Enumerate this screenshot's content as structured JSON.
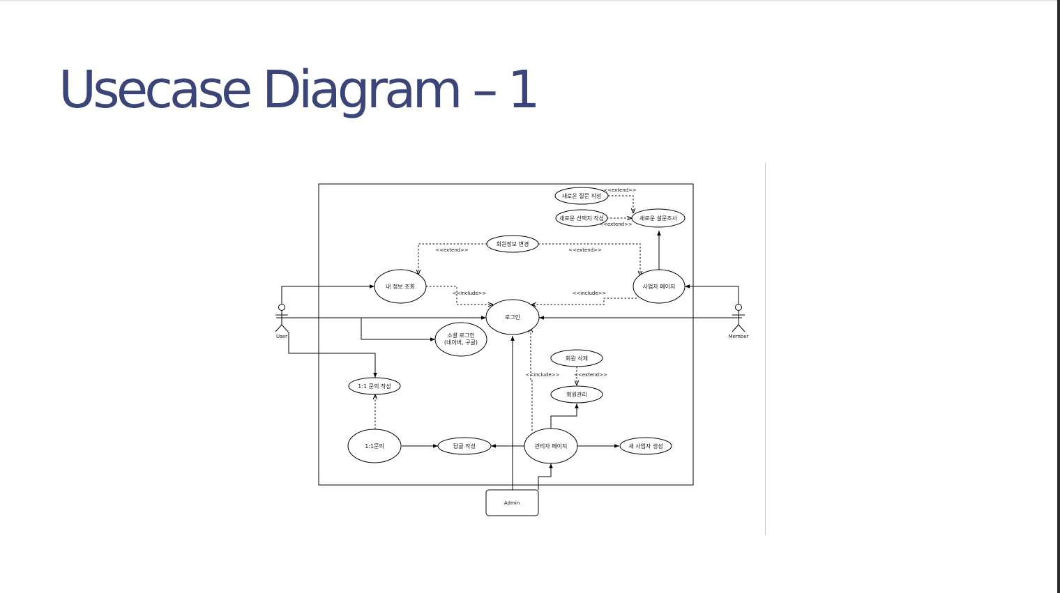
{
  "page": {
    "title": "Usecase Diagram – 1"
  },
  "diagram": {
    "actors": {
      "user": "User",
      "member": "Member",
      "admin": "Admin"
    },
    "usecases": {
      "new_question": "새로운 질문 작성",
      "new_choice": "새로운 선택지 작성",
      "new_survey": "새로운 설문조사",
      "edit_member_info": "회원정보 변경",
      "my_info": "내 정보 조회",
      "business_page": "사업자 페이지",
      "login": "로그인",
      "social_login_line1": "소셜 로그인",
      "social_login_line2": "(네이버, 구글)",
      "delete_member": "회원 삭제",
      "member_management": "회원관리",
      "inquiry_write": "1:1 문의 작성",
      "inquiry": "1:1문의",
      "reply_write": "답글 작성",
      "admin_page": "관리자 페이지",
      "new_business": "새 사업자 생성"
    },
    "stereotypes": {
      "extend": "<<extend>>",
      "include": "<<include>>"
    }
  }
}
